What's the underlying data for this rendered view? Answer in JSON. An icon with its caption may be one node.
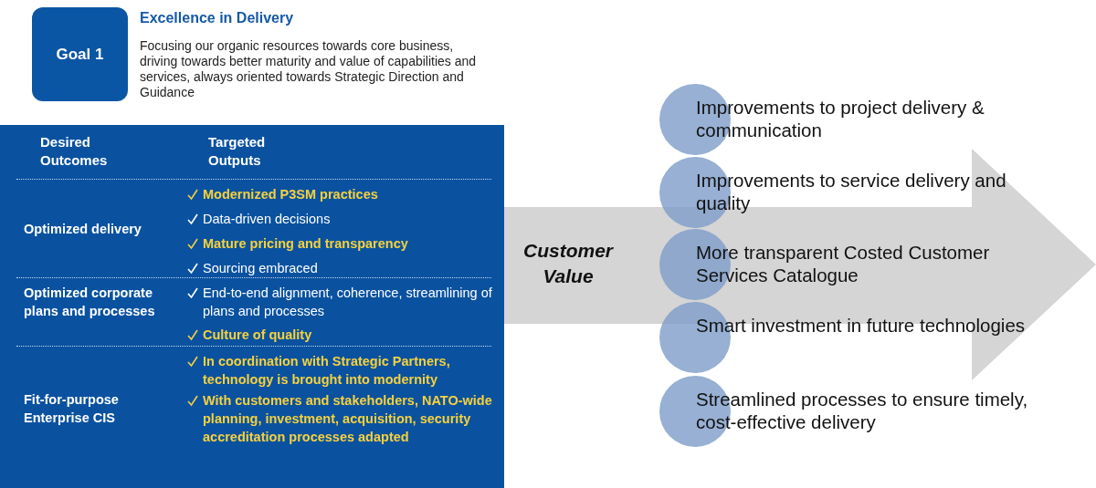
{
  "diagram": {
    "nodes": [
      {
        "text": [
          "Goal 1"
        ],
        "beside": [
          "Excellence in Delivery",
          "Focusing our organic resources towards core business, driving towards better maturity and value of capabilities and services, always oriented towards Strategic Direction and Guidance"
        ]
      },
      {
        "text": [
          "Desired Outcomes",
          "Targeted Outputs"
        ]
      },
      {
        "text": [
          "Optimized delivery"
        ],
        "in": 1
      },
      {
        "text": [
          "Modernized P3SM practices"
        ],
        "in": 1
      },
      {
        "text": [
          "Data-driven decisions"
        ],
        "in": 1
      },
      {
        "text": [
          "Mature pricing and transparency"
        ],
        "in": 1
      },
      {
        "text": [
          "Sourcing embraced"
        ],
        "in": 1
      },
      {
        "text": [
          "Optimized corporate plans and processes"
        ],
        "in": 1
      },
      {
        "text": [
          "End-to-end alignment, coherence, streamlining of plans and processes"
        ],
        "in": 1
      },
      {
        "text": [
          "Culture of quality"
        ],
        "in": 1
      },
      {
        "text": [
          "Fit-for-purpose Enterprise CIS"
        ],
        "in": 1
      },
      {
        "text": [
          "In coordination with Strategic Partners, technology is brought into modernity"
        ],
        "in": 1
      },
      {
        "text": [
          "With customers and stakeholders, NATO-wide planning, investment, acquisition, security accreditation processes adapted"
        ],
        "in": 1
      },
      {
        "text": [
          "Customer Value"
        ]
      },
      {
        "text": [
          "Improvements to project delivery & communication"
        ]
      },
      {
        "text": [
          "Improvements to service delivery and quality"
        ]
      },
      {
        "text": [
          "More transparent Costed Customer Services Catalogue"
        ],
        "in": 13
      },
      {
        "text": [
          "Smart investment in future technologies"
        ]
      },
      {
        "text": [
          "Streamlined processes to ensure timely, cost-effective delivery"
        ]
      }
    ]
  }
}
